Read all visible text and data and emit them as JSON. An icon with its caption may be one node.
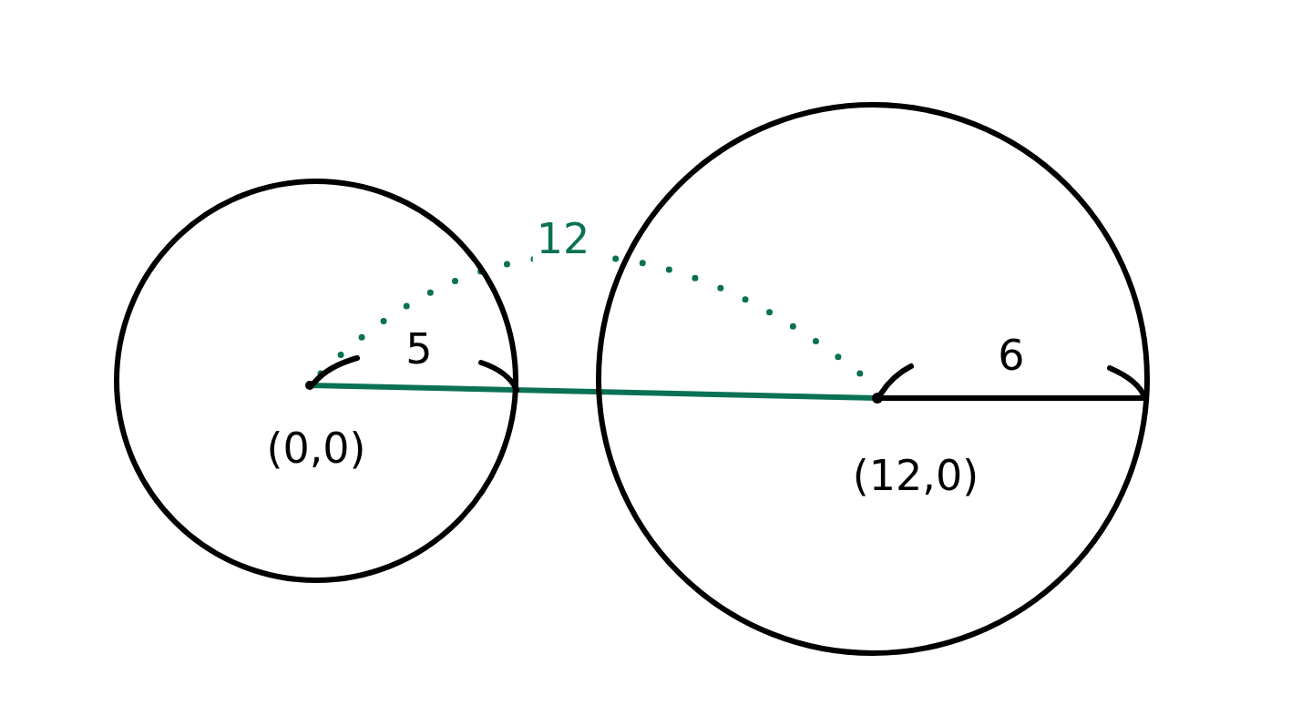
{
  "diagram": {
    "nodes": [
      {
        "text": [
          "(0,0)"
        ]
      },
      {
        "text": [
          "(12,0)"
        ]
      }
    ],
    "labels": [
      "5",
      "12",
      "6"
    ]
  }
}
